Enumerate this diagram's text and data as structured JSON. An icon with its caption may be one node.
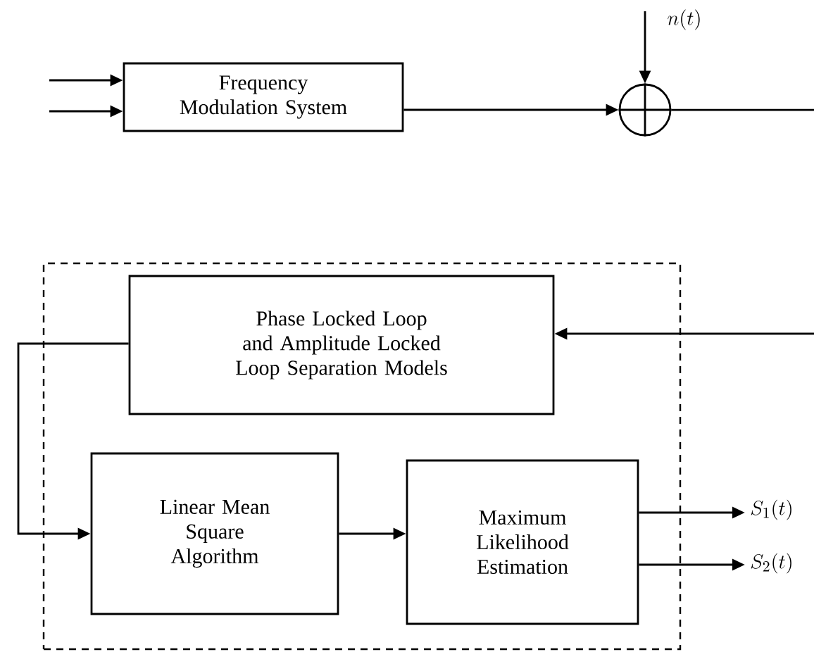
{
  "diagram": {
    "nodes": [
      {
        "text": [
          "Frequency Modulation System"
        ]
      },
      {
        "text": [],
        "shape": "circle"
      },
      {
        "text": [
          "n(t)"
        ]
      },
      {
        "text": [],
        "shape": "box"
      },
      {
        "text": [
          "Phase Locked Loop and Amplitude Locked Loop Separation Models"
        ],
        "in": 3
      },
      {
        "text": [
          "Linear Mean Square Algorithm"
        ],
        "in": 3
      },
      {
        "text": [
          "Maximum Likelihood Estimation"
        ],
        "in": 3
      },
      {
        "text": [
          "S_{1}(t)"
        ]
      },
      {
        "text": [
          "S_{2}(t)"
        ]
      }
    ],
    "edges": [
      {
        "from": null,
        "to": 0,
        "arrow": "to"
      },
      {
        "from": null,
        "to": 0,
        "arrow": "to"
      },
      {
        "from": 0,
        "to": 1,
        "arrow": "to"
      },
      {
        "from": 2,
        "to": 1,
        "arrow": "to"
      },
      {
        "from": 1,
        "to": null,
        "arrow": "none"
      },
      {
        "from": null,
        "to": 4,
        "arrow": "to"
      },
      {
        "from": 4,
        "to": 5,
        "arrow": "to"
      },
      {
        "from": 5,
        "to": 6,
        "arrow": "to"
      },
      {
        "from": 6,
        "to": 7,
        "arrow": "to"
      },
      {
        "from": 6,
        "to": 8,
        "arrow": "to"
      }
    ]
  }
}
